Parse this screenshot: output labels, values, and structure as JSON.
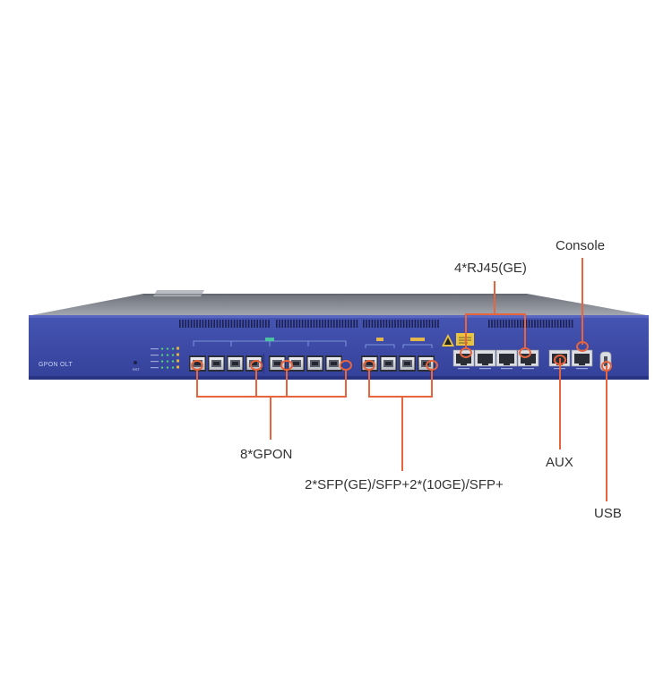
{
  "device": {
    "name": "GPON OLT",
    "reset_label": "RST"
  },
  "callouts": {
    "console": "Console",
    "rj45": "4*RJ45(GE)",
    "gpon": "8*GPON",
    "sfp": "2*SFP(GE)/SFP+2*(10GE)/SFP+",
    "aux": "AUX",
    "usb": "USB"
  },
  "colors": {
    "panel": "#3b49a7",
    "chassis_top": "#8b8f98",
    "callout_line": "#e8643c",
    "port_metal": "#d9dbe0"
  }
}
